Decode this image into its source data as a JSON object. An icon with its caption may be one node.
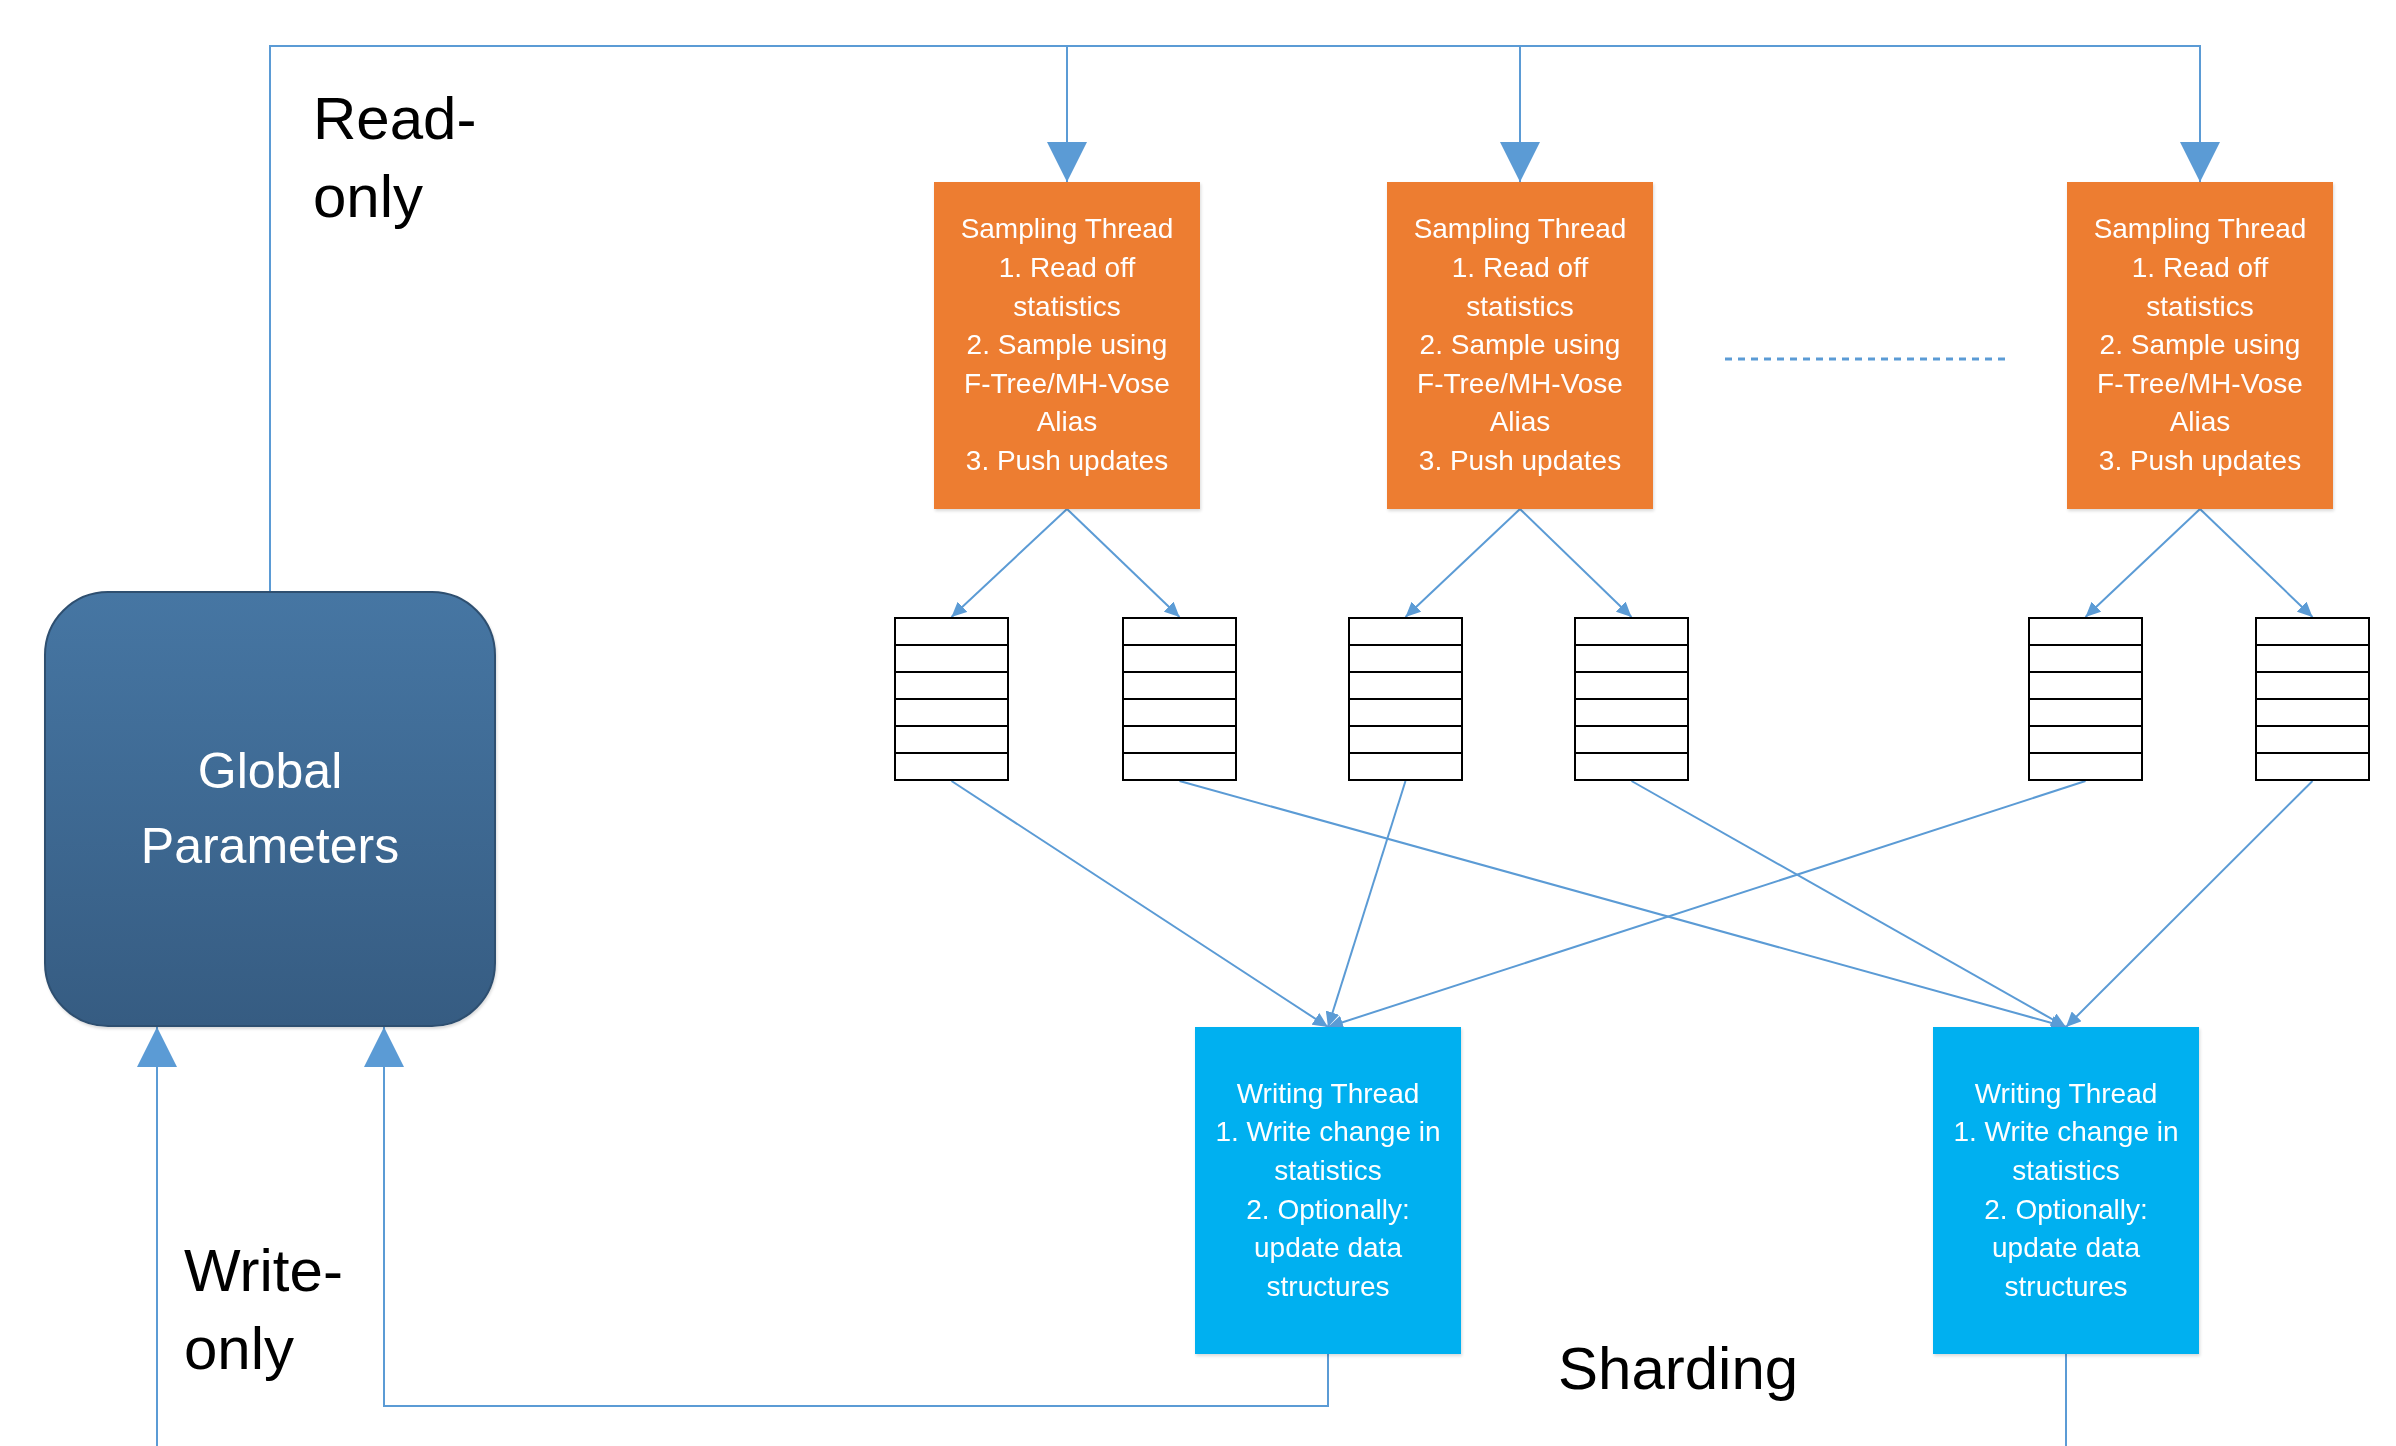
{
  "diagram": {
    "nodes": [
      {
        "text": [
          "Global Parameters"
        ]
      },
      {
        "text": [
          "Sampling Thread",
          "1. Read off statistics",
          "2. Sample using F-Tree/MH-Vose Alias",
          "3. Push updates"
        ]
      },
      {
        "text": [
          "Sampling Thread",
          "1. Read off statistics",
          "2. Sample using F-Tree/MH-Vose Alias",
          "3. Push updates"
        ]
      },
      {
        "text": [
          "Sampling Thread",
          "1. Read off statistics",
          "2. Sample using F-Tree/MH-Vose Alias",
          "3. Push updates"
        ]
      },
      {
        "text": [],
        "shape": "box"
      },
      {
        "text": [],
        "shape": "box"
      },
      {
        "text": [],
        "shape": "box"
      },
      {
        "text": [],
        "shape": "box"
      },
      {
        "text": [],
        "shape": "box"
      },
      {
        "text": [],
        "shape": "box"
      },
      {
        "text": [
          "Writing Thread",
          "1. Write change in statistics",
          "2. Optionally: update data structures"
        ]
      },
      {
        "text": [
          "Writing Thread",
          "1. Write change in statistics",
          "2. Optionally: update data structures"
        ]
      }
    ],
    "edges": [
      {
        "from": 0,
        "to": 1,
        "arrow": "to"
      },
      {
        "from": 0,
        "to": 2,
        "arrow": "to"
      },
      {
        "from": 0,
        "to": 3,
        "arrow": "to"
      },
      {
        "from": 1,
        "to": 4,
        "arrow": "to"
      },
      {
        "from": 1,
        "to": 5,
        "arrow": "to"
      },
      {
        "from": 2,
        "to": 6,
        "arrow": "to"
      },
      {
        "from": 2,
        "to": 7,
        "arrow": "to"
      },
      {
        "from": 3,
        "to": 8,
        "arrow": "to"
      },
      {
        "from": 3,
        "to": 9,
        "arrow": "to"
      },
      {
        "from": 4,
        "to": 10,
        "arrow": "to"
      },
      {
        "from": 5,
        "to": 11,
        "arrow": "to"
      },
      {
        "from": 6,
        "to": 10,
        "arrow": "to"
      },
      {
        "from": 7,
        "to": 11,
        "arrow": "to"
      },
      {
        "from": 8,
        "to": 10,
        "arrow": "to"
      },
      {
        "from": 9,
        "to": 11,
        "arrow": "to"
      },
      {
        "from": 10,
        "to": 0,
        "arrow": "to"
      },
      {
        "from": null,
        "to": 0,
        "arrow": "to"
      },
      {
        "from": 11,
        "to": null,
        "arrow": "none"
      }
    ],
    "labels": [
      "Read- only",
      "Write- only",
      "Sharding"
    ]
  }
}
